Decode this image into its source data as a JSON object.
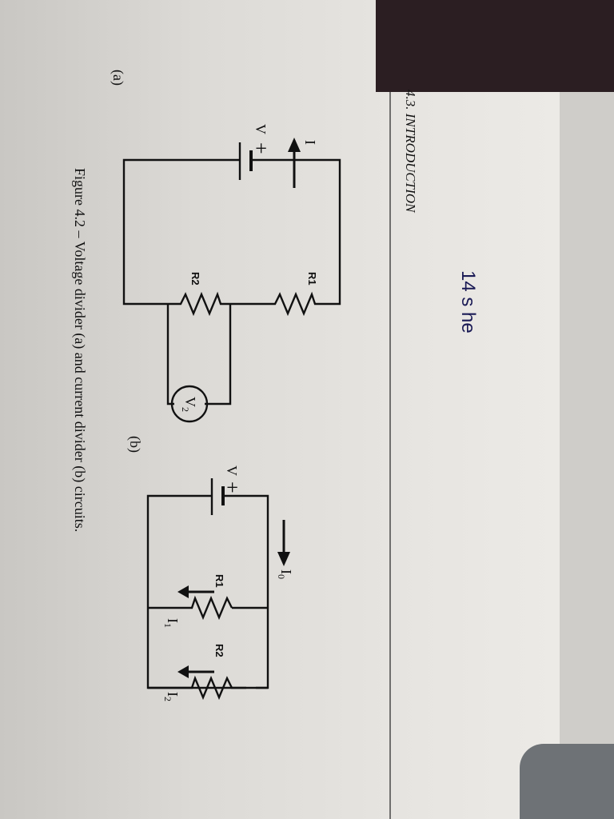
{
  "section_heading": "4.3. INTRODUCTION",
  "handwritten_note": "14 s he",
  "figure_caption": "Figure 4.2 – Voltage divider (a) and current divider (b) circuits.",
  "circuit_a": {
    "label": "(a)",
    "voltage": "V",
    "plus": "+",
    "current": "I",
    "r1": "R1",
    "r2": "R2",
    "meter": "V",
    "meter_sub": "2"
  },
  "circuit_b": {
    "label": "(b)",
    "voltage": "V",
    "plus": "+",
    "i0": "I",
    "i0_sub": "0",
    "i1": "I",
    "i1_sub": "1",
    "i2": "I",
    "i2_sub": "2",
    "r1": "R1",
    "r2": "R2"
  },
  "colors": {
    "ink": "#111111",
    "paper": "#e6e4e0",
    "dark": "#2b1e22"
  }
}
